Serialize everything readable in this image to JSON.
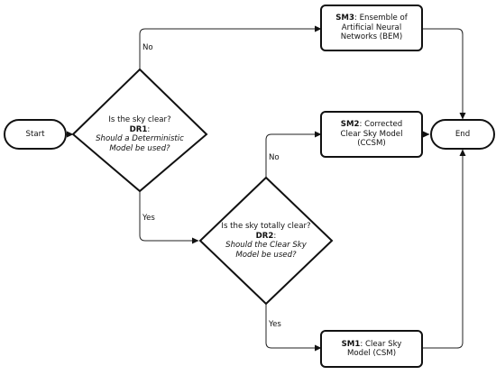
{
  "start": {
    "label": "Start"
  },
  "end": {
    "label": "End"
  },
  "dr1": {
    "question": "Is the sky clear?",
    "code": "DR1",
    "sep": ":",
    "detail_line1": "Should a Deterministic",
    "detail_line2": "Model be used?"
  },
  "dr2": {
    "question": "Is the sky totally clear?",
    "code": "DR2",
    "sep": ":",
    "detail_line1": "Should the Clear Sky",
    "detail_line2": "Model be used?"
  },
  "sm3": {
    "code": "SM3",
    "line1_rest": ": Ensemble of",
    "line2": "Artificial Neural",
    "line3": "Networks (BEM)"
  },
  "sm2": {
    "code": "SM2",
    "line1_rest": ": Corrected",
    "line2": "Clear Sky Model",
    "line3": "(CCSM)"
  },
  "sm1": {
    "code": "SM1",
    "line1_rest": ": Clear Sky",
    "line2": "Model (CSM)"
  },
  "edges": {
    "dr1_no": "No",
    "dr1_yes": "Yes",
    "dr2_no": "No",
    "dr2_yes": "Yes"
  }
}
